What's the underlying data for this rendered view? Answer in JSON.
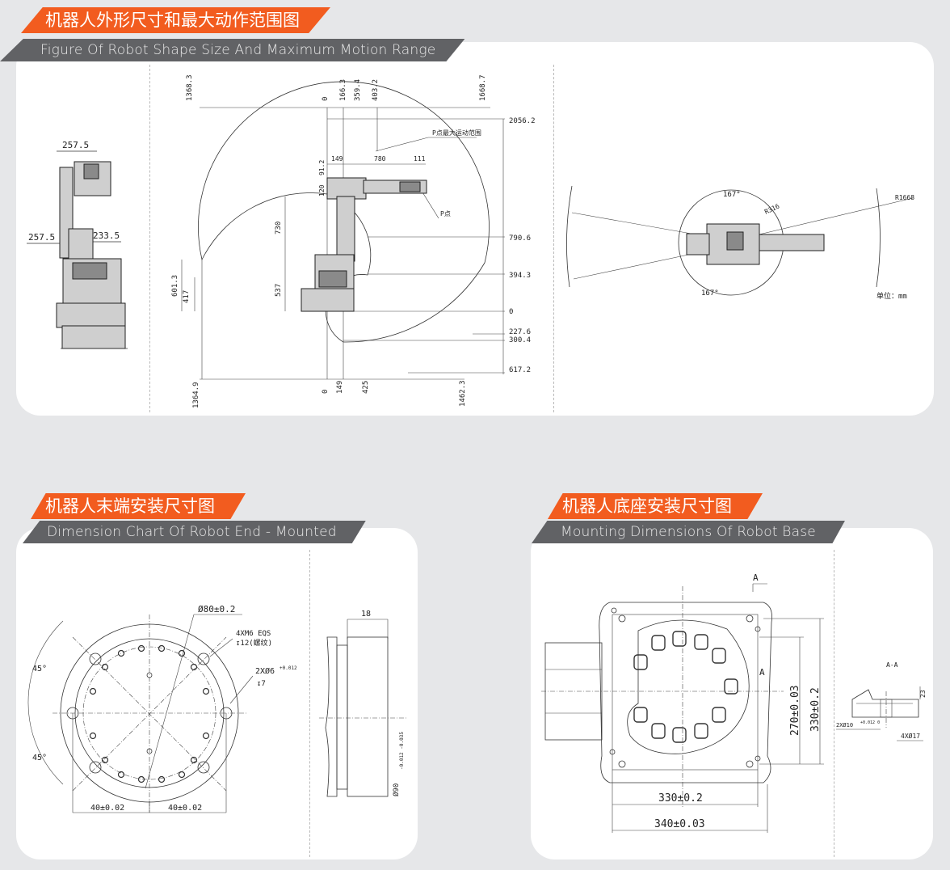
{
  "section1": {
    "title_cn": "机器人外形尺寸和最大动作范围图",
    "title_en": "Figure Of Robot Shape Size And Maximum Motion Range",
    "side_view": {
      "dims": [
        "257.5",
        "257.5",
        "233.5"
      ]
    },
    "range_view": {
      "top_dims": [
        "1368.3",
        "0",
        "166.3",
        "359.4",
        "403.2",
        "1668.7"
      ],
      "right_dims": [
        "2056.2",
        "790.6",
        "394.3",
        "0",
        "227.6",
        "300.4",
        "617.2"
      ],
      "bottom_dims": [
        "1364.9",
        "0",
        "149",
        "425",
        "1462.3"
      ],
      "left_dims": [
        "601.3",
        "417",
        "730",
        "537"
      ],
      "arm_dims": [
        "149",
        "780",
        "111",
        "91.2",
        "120"
      ],
      "p_range_label": "P点最大运动范围",
      "p_point_label": "P点"
    },
    "top_view": {
      "angle_top": "167°",
      "angle_bottom": "167°",
      "r_small": "R316",
      "r_large": "R1668",
      "unit": "单位：mm"
    }
  },
  "section2": {
    "title_cn": "机器人末端安装尺寸图",
    "title_en": "Dimension Chart Of Robot End - Mounted",
    "labels": {
      "circle": "Ø80±0.2",
      "thread": "4XM6 EQS",
      "thread_depth": "↧12(螺纹)",
      "pin": "2XØ6",
      "pin_tol": "+0.012",
      "pin_depth": "↧7",
      "angle_top": "45°",
      "angle_bottom": "45°",
      "offset_left": "40±0.02",
      "offset_right": "40±0.02",
      "thickness": "18",
      "outer_dia": "Ø90",
      "outer_tol": "-0.012 -0.035"
    }
  },
  "section3": {
    "title_cn": "机器人底座安装尺寸图",
    "title_en": "Mounting Dimensions Of Robot Base",
    "labels": {
      "section_mark": "A",
      "section_mark_2": "A",
      "dim_270": "270±0.03",
      "dim_330v": "330±0.2",
      "dim_330h": "330±0.2",
      "dim_340": "340±0.03",
      "section_title": "A-A",
      "hole_dia": "2XØ10",
      "hole_tol": "+0.012 0",
      "bolt": "4XØ17",
      "depth": "23"
    }
  }
}
